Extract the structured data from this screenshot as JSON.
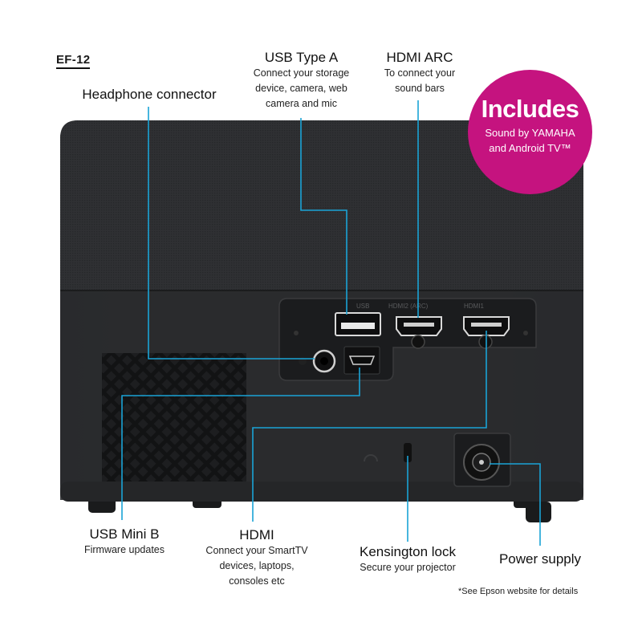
{
  "model": "EF-12",
  "badge": {
    "headline": "Includes",
    "line1": "Sound by YAMAHA",
    "line2": "and Android TV™"
  },
  "callouts": {
    "headphone": {
      "title": "Headphone connector"
    },
    "usb_a": {
      "title": "USB Type A",
      "lines": [
        "Connect your storage",
        "device, camera, web",
        "camera and mic"
      ]
    },
    "hdmi_arc": {
      "title": "HDMI ARC",
      "lines": [
        "To connect your",
        "sound bars"
      ]
    },
    "usb_mini_b": {
      "title": "USB Mini B",
      "lines": [
        "Firmware updates"
      ]
    },
    "hdmi": {
      "title": "HDMI",
      "lines": [
        "Connect your SmartTV",
        "devices, laptops,",
        "consoles etc"
      ]
    },
    "kensington": {
      "title": "Kensington lock",
      "lines": [
        "Secure your projector"
      ]
    },
    "power": {
      "title": "Power supply"
    }
  },
  "footnote": "*See Epson website for details",
  "colors": {
    "callout_line": "#1aa3d6",
    "badge": "#c5137f",
    "body": "#2b2c2e"
  }
}
